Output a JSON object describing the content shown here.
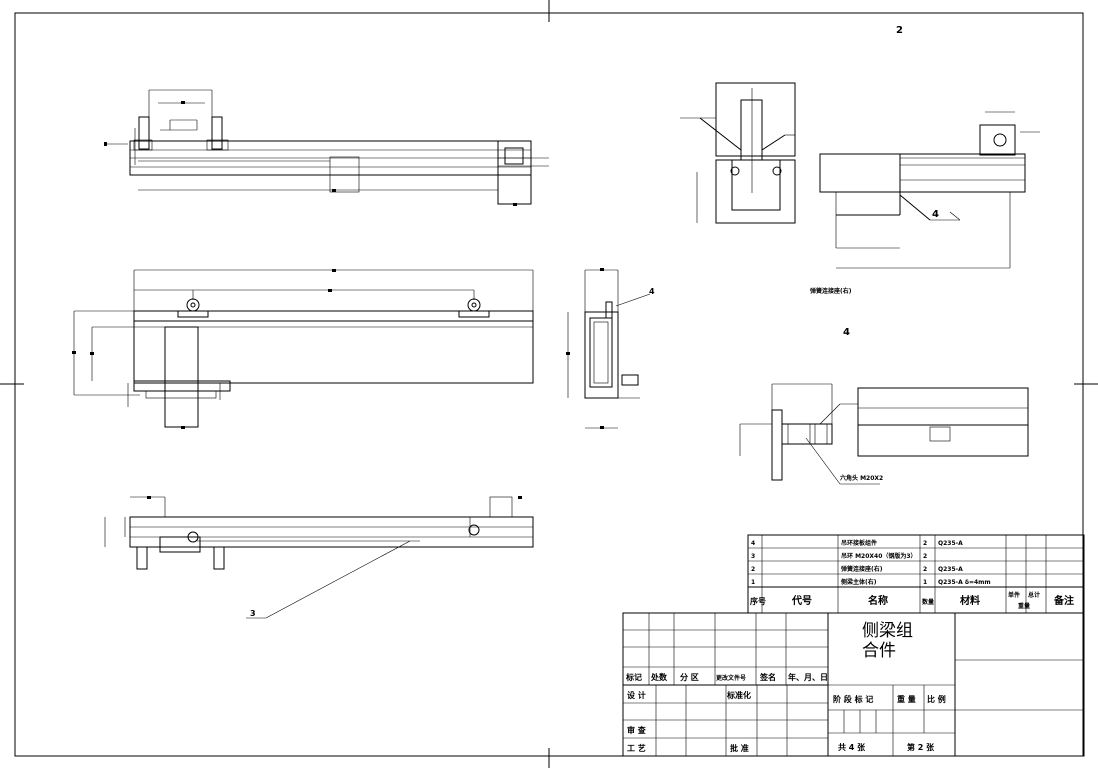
{
  "sheet": {
    "page_number": "2",
    "balloons": [
      "4",
      "4",
      "3"
    ],
    "detail_2_caption": "弹簧连接座(右)",
    "detail_4_label": "4",
    "hex_head_note": "六角头 M20X2"
  },
  "bom": {
    "rows": [
      {
        "no": "4",
        "code": "",
        "name": "吊环接板组件",
        "qty": "2",
        "material": "Q235-A",
        "unit_weight": "",
        "total_weight": "",
        "remark": ""
      },
      {
        "no": "3",
        "code": "",
        "name": "吊环 M20X40（钢版为3）",
        "qty": "2",
        "material": "",
        "unit_weight": "",
        "total_weight": "",
        "remark": ""
      },
      {
        "no": "2",
        "code": "",
        "name": "弹簧连接座(右)",
        "qty": "2",
        "material": "Q235-A",
        "unit_weight": "",
        "total_weight": "",
        "remark": ""
      },
      {
        "no": "1",
        "code": "",
        "name": "侧梁主体(右)",
        "qty": "1",
        "material": "Q235-A δ=4mm",
        "unit_weight": "",
        "total_weight": "",
        "remark": ""
      }
    ],
    "header": {
      "no": "序号",
      "code": "代号",
      "name": "名称",
      "qty": "数量",
      "material": "材料",
      "unit": "单件",
      "total": "总计",
      "weight": "重量",
      "remark": "备注"
    }
  },
  "title_block": {
    "title_line1": "侧梁组",
    "title_line2": "合件",
    "rev_header": [
      "标记",
      "处数",
      "分 区",
      "更改文件号",
      "签名",
      "年、月、日"
    ],
    "design": "设 计",
    "standardize": "标准化",
    "stage_mark": "阶 段 标 记",
    "weight": "重 量",
    "scale": "比 例",
    "check": "审 查",
    "process": "工 艺",
    "approve": "批 准",
    "total_sheets": "共 4 张",
    "sheet_no": "第 2 张"
  }
}
